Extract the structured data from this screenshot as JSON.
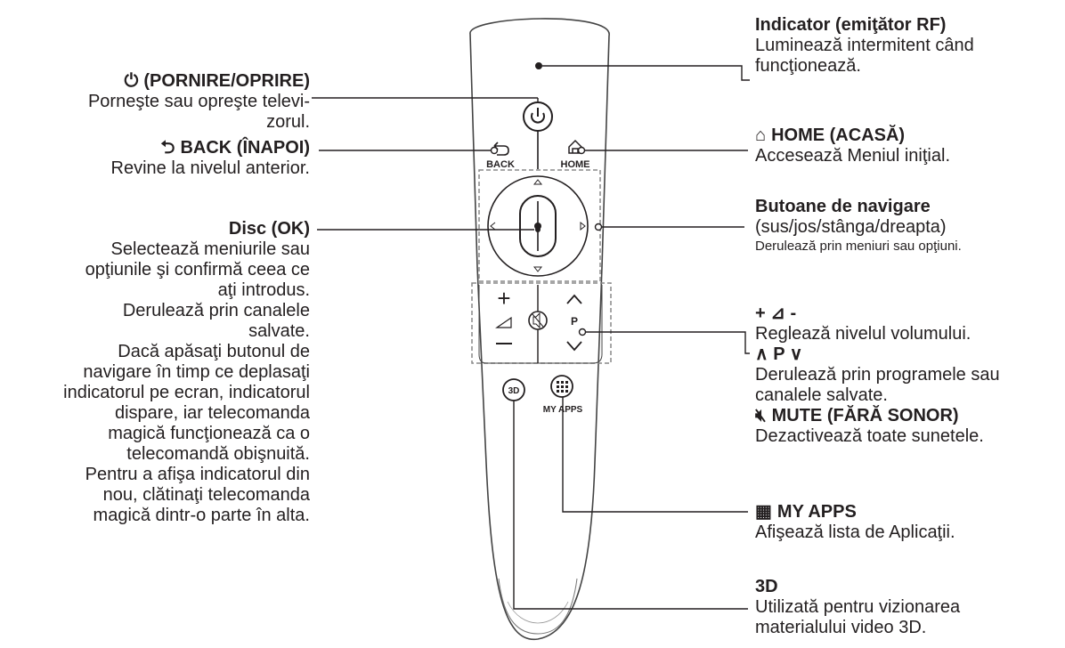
{
  "left": {
    "power": {
      "icon": "power-icon",
      "title": "(PORNIRE/OPRIRE)",
      "desc": [
        "Porneşte sau opreşte televi-",
        "zorul."
      ]
    },
    "back": {
      "icon": "back-arrow-icon",
      "title": "BACK (ÎNAPOI)",
      "desc": [
        "Revine la nivelul anterior."
      ]
    },
    "disc": {
      "title": "Disc (OK)",
      "desc": [
        "Selectează meniurile sau",
        "opţiunile şi confirmă ceea ce",
        "aţi introdus.",
        "Derulează prin canalele",
        "salvate.",
        "Dacă apăsaţi butonul de",
        "navigare în timp ce deplasaţi",
        "indicatorul pe ecran, indicatorul",
        "dispare, iar telecomanda",
        "magică funcţionează ca o",
        "telecomandă obişnuită.",
        "Pentru a afişa indicatorul din",
        "nou, clătinaţi telecomanda",
        "magică dintr-o parte în alta."
      ]
    }
  },
  "right": {
    "indicator": {
      "title": "Indicator (emiţător RF)",
      "desc": [
        "Luminează intermitent când",
        "funcţionează."
      ]
    },
    "home": {
      "icon": "home-icon",
      "title": "HOME (ACASĂ)",
      "desc": [
        "Accesează Meniul iniţial."
      ]
    },
    "nav": {
      "title": "Butoane de navigare",
      "desc": [
        "(sus/jos/stânga/dreapta)"
      ],
      "small": "Derulează prin meniuri sau opţiuni."
    },
    "volume": {
      "title": "+ ⊿ -",
      "desc": [
        "Reglează nivelul volumului."
      ],
      "p_title": "∧ P ∨",
      "p_desc": [
        "Derulează prin programele sau",
        "canalele salvate."
      ],
      "mute_title": "MUTE (FĂRĂ SONOR)",
      "mute_desc": [
        "Dezactivează toate sunetele."
      ]
    },
    "apps": {
      "icon": "grid-icon",
      "title": "MY APPS",
      "desc": [
        "Afişează lista de Aplicaţii."
      ]
    },
    "threed": {
      "title": "3D",
      "desc": [
        "Utilizată pentru vizionarea",
        "materialului video 3D."
      ]
    }
  },
  "remote": {
    "back_label": "BACK",
    "home_label": "HOME",
    "p_label": "P",
    "threed_label": "3D",
    "myapps_label": "MY APPS"
  }
}
